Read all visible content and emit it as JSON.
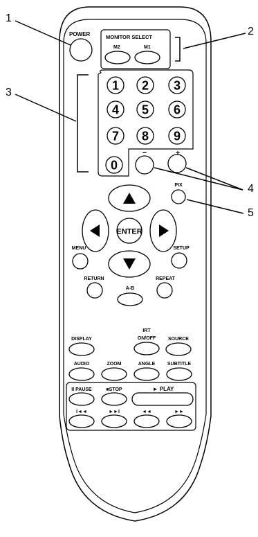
{
  "callouts": {
    "c1": "1",
    "c2": "2",
    "c3": "3",
    "c4": "4",
    "c5": "5"
  },
  "buttons": {
    "power": "POWER",
    "monitor_select": "MONITOR SELECT",
    "m2": "M2",
    "m1": "M1",
    "digits": [
      "1",
      "2",
      "3",
      "4",
      "5",
      "6",
      "7",
      "8",
      "9",
      "0"
    ],
    "minus": "−",
    "plus": "+",
    "pix": "PIX",
    "enter": "ENTER",
    "menu": "MENU",
    "setup": "SETUP",
    "return": "RETURN",
    "repeat": "REPEAT",
    "ab": "A-B",
    "irt_line1": "IRT",
    "irt_line2": "ON/OFF",
    "display": "DISPLAY",
    "source": "SOURCE",
    "audio": "AUDIO",
    "zoom": "ZOOM",
    "angle": "ANGLE",
    "subtitle": "SUBTITLE",
    "pause": "II PAUSE",
    "stop": "■STOP",
    "play": "► PLAY",
    "prev": "I◄◄",
    "next": "►►I",
    "rewind": "◄◄",
    "forward": "►►"
  }
}
